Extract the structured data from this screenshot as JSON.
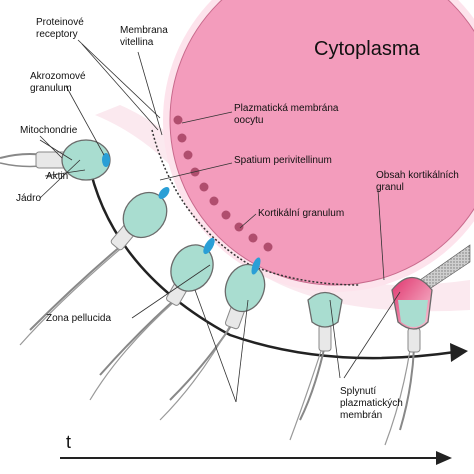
{
  "colors": {
    "cytoplasm": "#f39cbc",
    "perivitelline": "#fde4ec",
    "zona": "#fbeaf0",
    "granule": "#b04e6e",
    "acrosome": "#2a9fd6",
    "sperm_head": "#a9ddd0",
    "sperm_outline": "#7a7a7a",
    "arrow": "#222222"
  },
  "labels": {
    "cytoplasm": "Cytoplasma",
    "protein_receptors": "Proteinové\nreceptory",
    "vitelline_membrane": "Membrana\nvitellina",
    "acrosome_granule": "Akrozomové\ngranulum",
    "mitochondria": "Mitochondrie",
    "actin": "Aktin",
    "nucleus": "Jádro",
    "oocyte_membrane": "Plazmatická membrána\noocytu",
    "perivitelline_space": "Spatium perivitellinum",
    "cortical_granule": "Kortikální granulum",
    "cortical_content": "Obsah kortikálních\ngranul",
    "zona_pellucida": "Zona pellucida",
    "membrane_fusion": "Splynutí\nplazmatických\nmembrán",
    "time_axis": "t"
  }
}
